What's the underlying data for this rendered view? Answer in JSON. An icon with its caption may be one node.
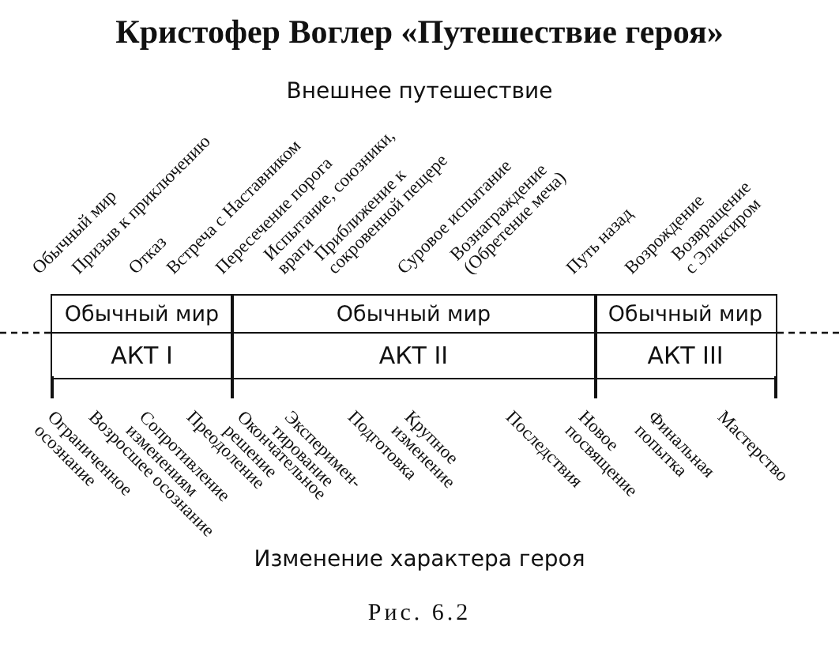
{
  "diagram": {
    "title": "Кристофер Воглер «Путешествие героя»",
    "caption": "Рис. 6.2",
    "nodes": [
      {
        "text": [
          "Обычный мир"
        ]
      },
      {
        "text": [
          "Обычный мир"
        ]
      },
      {
        "text": [
          "Обычный мир"
        ]
      },
      {
        "text": [
          "АКТ I"
        ]
      },
      {
        "text": [
          "АКТ II"
        ]
      },
      {
        "text": [
          "АКТ III"
        ]
      }
    ],
    "labels": [
      "Внешнее путешествие",
      "Обычный мир",
      "Призыв к приключению",
      "Отказ",
      "Встреча с Наставником",
      "Пересечение порога",
      "Испытание, союзники, враги",
      "Приближение к сокровенной пещере",
      "Суровое испытание",
      "Вознаграждение (Обретение меча)",
      "Путь назад",
      "Возрождение",
      "Возвращение с Эликсиром",
      "Ограниченное осознание",
      "Возросшее осознание",
      "Сопротивление изменениям",
      "Преодоление",
      "Окончательное решение",
      "Эксперимен- тирование",
      "Подготовка",
      "Крупное изменение",
      "Последствия",
      "Новое посвящение",
      "Финальная попытка",
      "Мастерство",
      "Изменение характера героя"
    ]
  }
}
